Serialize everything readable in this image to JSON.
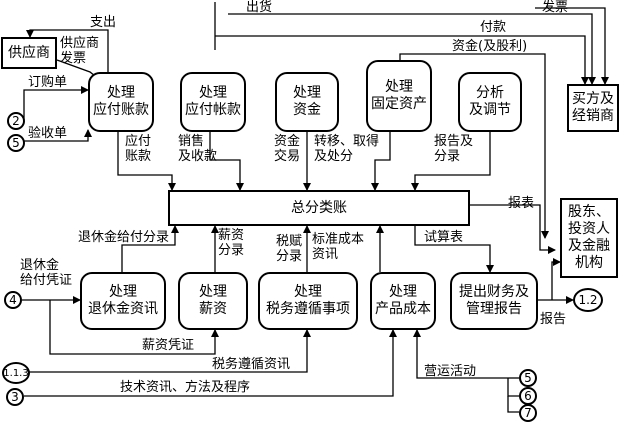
{
  "entities": {
    "supplier": "供应商",
    "buyer": "买方及\n经销商",
    "investors": "股东、\n投资人\n及金融\n机构"
  },
  "processes": {
    "ap1": "处理\n应付账款",
    "ap2": "处理\n应付帐款",
    "cash": "处理\n资金",
    "fixed": "处理\n固定资产",
    "analyze": "分析\n及调节",
    "ledger": "总分类账",
    "pension": "处理\n退休金资讯",
    "payroll": "处理\n薪资",
    "tax": "处理\n税务遵循事项",
    "cost": "处理\n产品成本",
    "report": "提出财务及\n管理报告"
  },
  "connectors": {
    "c2": "2",
    "c5": "5",
    "c4": "4",
    "c12": "1.2",
    "c113": "1.1.3",
    "c3": "3",
    "c5b": "5",
    "c6": "6",
    "c7": "7"
  },
  "labels": {
    "pay_out": "支出",
    "ship": "出货",
    "invoice_top": "发票",
    "supplier_invoice": "供应商\n发票",
    "purchase_order": "订购单",
    "receipt": "验收单",
    "payment": "付款",
    "funds_equity": "资金(及股利)",
    "ap_label": "应付\n账款",
    "sales_collect": "销售\n及收款",
    "cash_trans": "资金\n交易",
    "transfer": "转移、取得\n及处分",
    "report_entries": "报告及\n分录",
    "statements": "报表",
    "pension_entries": "退休金给付分录",
    "payroll_entries": "薪资\n分录",
    "tax_entries": "税赋\n分录",
    "std_cost": "标准成本\n资讯",
    "trial_balance": "试算表",
    "pension_voucher": "退休金\n给付凭证",
    "payroll_voucher": "薪资凭证",
    "tax_info": "税务遵循资讯",
    "tech_info": "技术资讯、方法及程序",
    "operations": "营运活动",
    "report_out": "报告"
  }
}
